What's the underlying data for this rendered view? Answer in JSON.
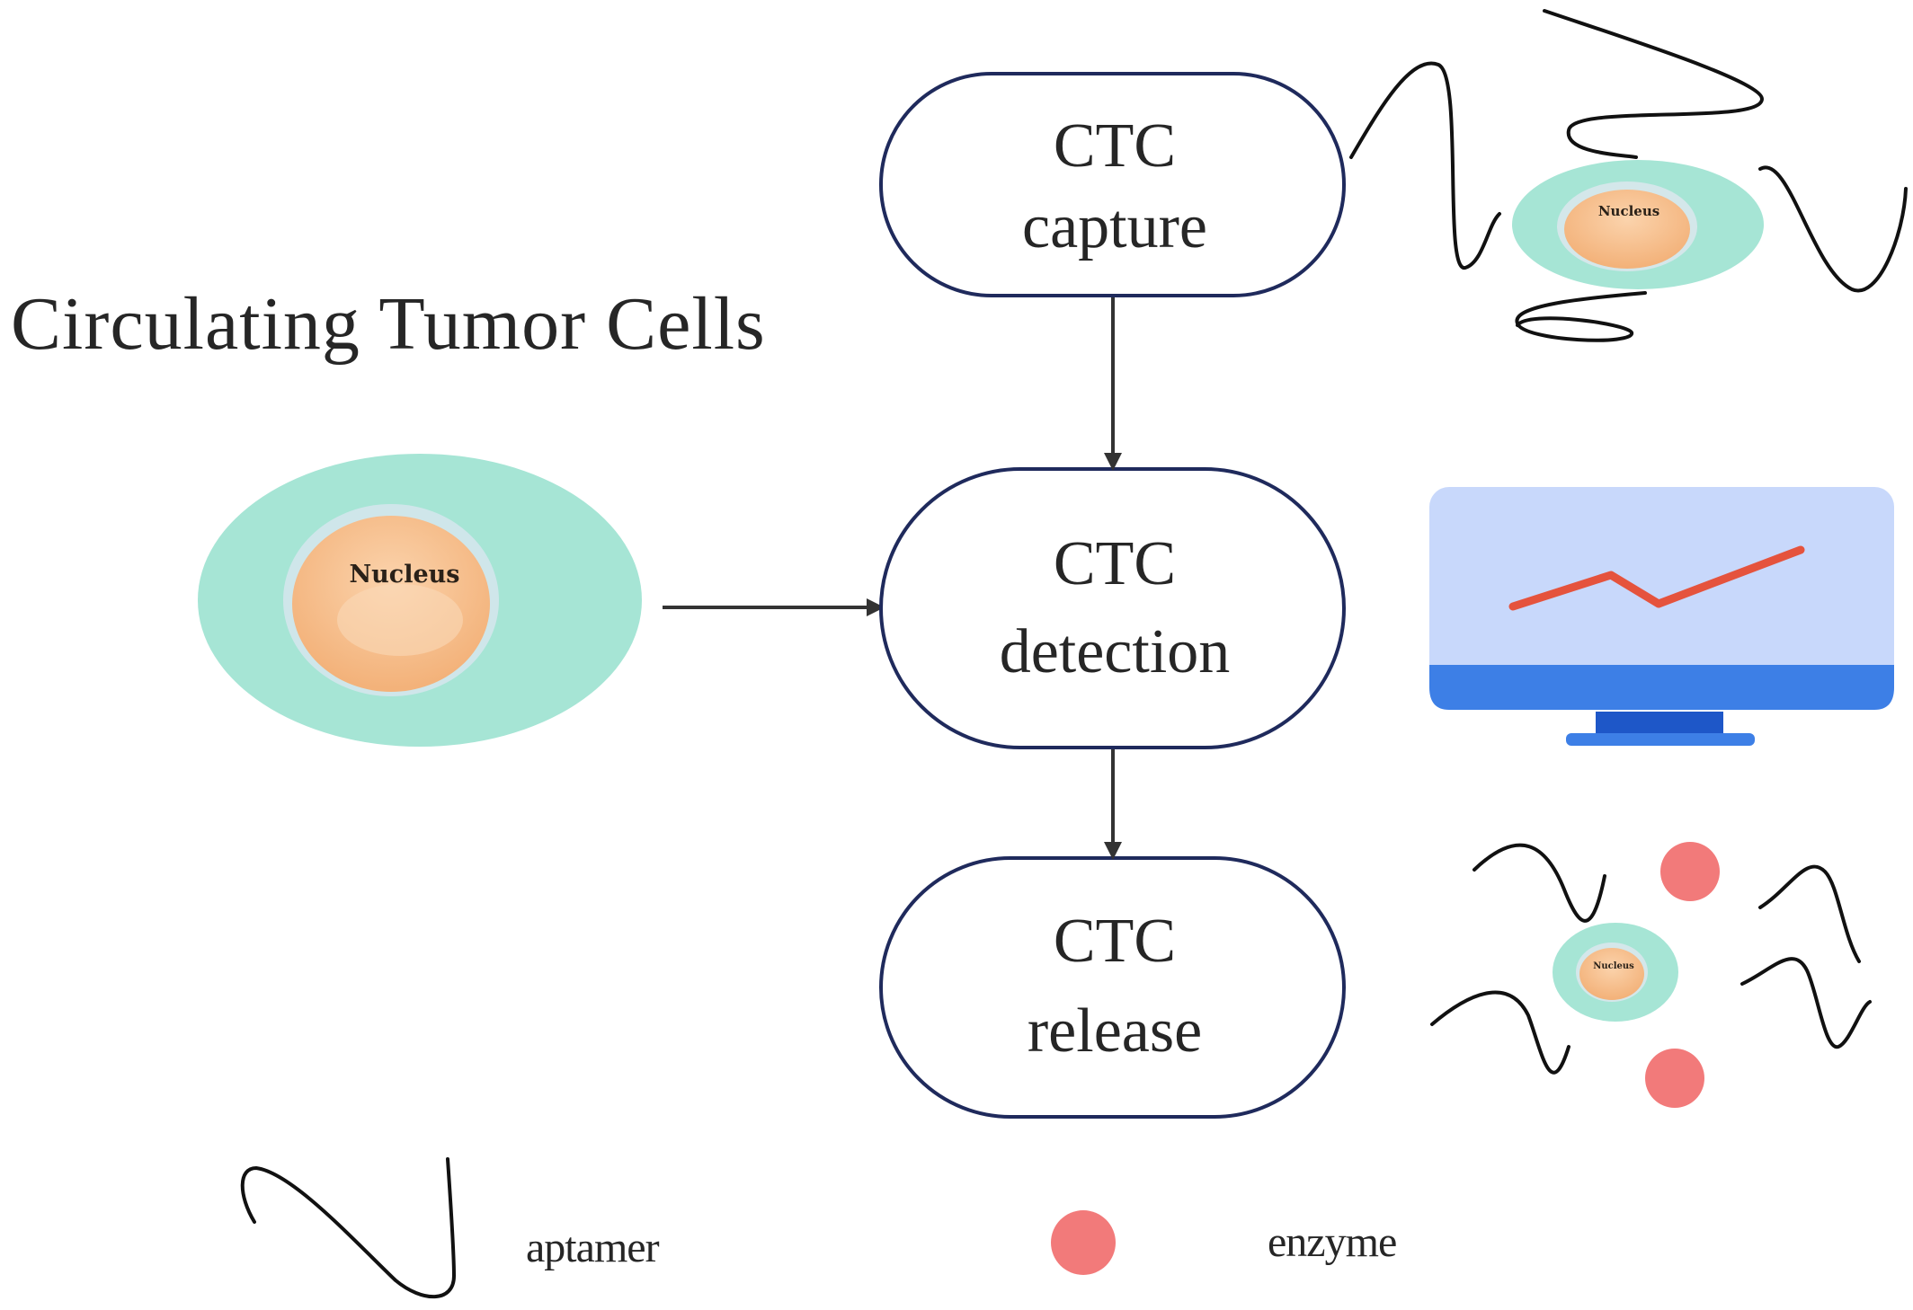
{
  "title": "Circulating Tumor Cells",
  "cell_label": "Nucleus",
  "steps": [
    {
      "line1": "CTC",
      "line2": "capture"
    },
    {
      "line1": "CTC",
      "line2": "detection"
    },
    {
      "line1": "CTC",
      "line2": "release"
    }
  ],
  "legend": {
    "aptamer": "aptamer",
    "enzyme": "enzyme"
  },
  "icons": {
    "cell": "tumor-cell-icon",
    "aptamer": "aptamer-wave-icon",
    "enzyme": "enzyme-icon",
    "monitor": "monitor-chart-icon"
  },
  "colors": {
    "box_border": "#1f2a5c",
    "arrow": "#333333",
    "cytoplasm": "#a6e5d5",
    "nucleus": "#f6bd8c",
    "enzyme": "#f27a7a",
    "monitor_screen": "#c8d8fb",
    "monitor_base": "#3d7fe6",
    "chart_line": "#e5533d"
  }
}
